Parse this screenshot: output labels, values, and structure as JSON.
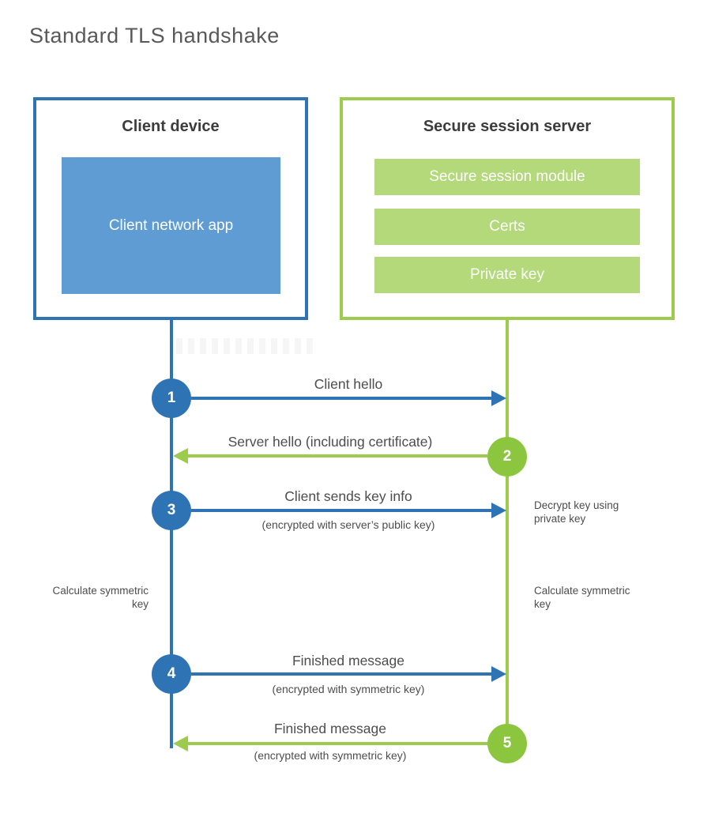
{
  "title": "Standard TLS handshake",
  "colors": {
    "blue": "#2e74b5",
    "blue_fill": "#5e9cd3",
    "green_line": "#9ccb4e",
    "green_circle": "#8cc63f",
    "green_fill": "#b3d97a",
    "heading_text": "#3c3c3c",
    "label_text": "#4d4d4d",
    "title_text": "#595959"
  },
  "client_box": {
    "title": "Client device",
    "app_label": "Client network app"
  },
  "server_box": {
    "title": "Secure session server",
    "modules": [
      "Secure session module",
      "Certs",
      "Private key"
    ]
  },
  "steps": [
    {
      "num": "1",
      "label": "Client hello",
      "sublabel": "",
      "direction": "client-to-server"
    },
    {
      "num": "2",
      "label": "Server hello (including certificate)",
      "sublabel": "",
      "direction": "server-to-client"
    },
    {
      "num": "3",
      "label": "Client sends key info",
      "sublabel": "(encrypted with server’s public key)",
      "direction": "client-to-server"
    },
    {
      "num": "4",
      "label": "Finished message",
      "sublabel": "(encrypted with symmetric key)",
      "direction": "client-to-server"
    },
    {
      "num": "5",
      "label": "Finished message",
      "sublabel": "(encrypted with symmetric key)",
      "direction": "server-to-client"
    }
  ],
  "notes": {
    "decrypt": "Decrypt key using private key",
    "calculate_left": "Calculate symmetric key",
    "calculate_right": "Calculate symmetric key"
  }
}
